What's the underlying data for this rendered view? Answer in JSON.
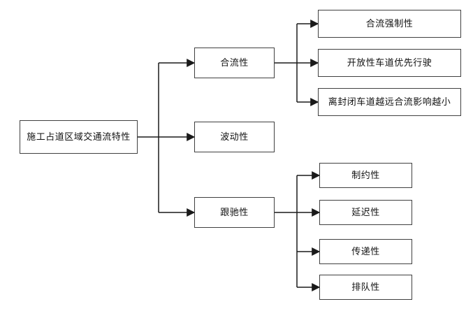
{
  "diagram": {
    "title_node": "施工占道区域交通流特性",
    "root": {
      "label": "施工占道区域交通流特性"
    },
    "level1": [
      {
        "id": "merging",
        "label": "合流性"
      },
      {
        "id": "fluctuation",
        "label": "波动性"
      },
      {
        "id": "car-following",
        "label": "跟驰性"
      }
    ],
    "merging_children": [
      {
        "label": "合流强制性"
      },
      {
        "label": "开放性车道优先行驶"
      },
      {
        "label": "离封闭车道越远合流影响越小"
      }
    ],
    "following_children": [
      {
        "label": "制约性"
      },
      {
        "label": "延迟性"
      },
      {
        "label": "传递性"
      },
      {
        "label": "排队性"
      }
    ],
    "colors": {
      "line": "#1a1a1a",
      "box_border": "#404040",
      "box_fill": "#ffffff",
      "text": "#111111",
      "background": "#ffffff"
    }
  }
}
